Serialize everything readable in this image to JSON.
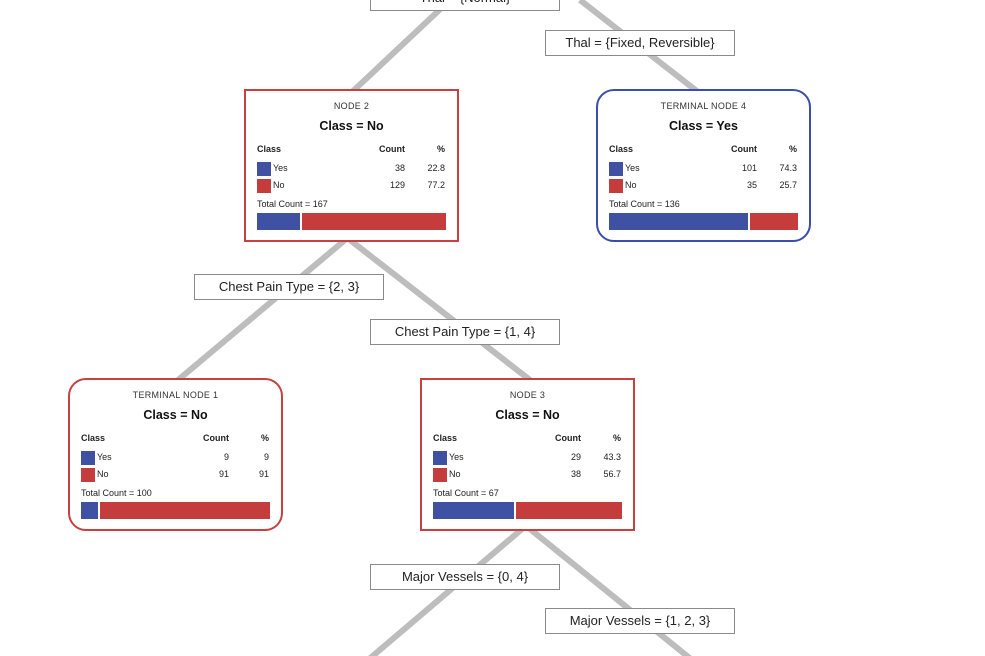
{
  "colors": {
    "yes": "#3f51a3",
    "no": "#c43c3c",
    "edge": "#bdbdbd"
  },
  "splits": {
    "thal_normal": "Thal = {Normal}",
    "thal_fixed": "Thal = {Fixed, Reversible}",
    "cp_23": "Chest Pain Type = {2, 3}",
    "cp_14": "Chest Pain Type = {1, 4}",
    "mv_04": "Major Vessels = {0, 4}",
    "mv_123": "Major Vessels = {1, 2, 3}"
  },
  "headers": {
    "class": "Class",
    "count": "Count",
    "pct": "%"
  },
  "nodes": {
    "node2": {
      "title": "NODE 2",
      "class": "Class = No",
      "rows": [
        {
          "label": "Yes",
          "count": "38",
          "pct": "22.8"
        },
        {
          "label": "No",
          "count": "129",
          "pct": "77.2"
        }
      ],
      "total": "Total Count = 167"
    },
    "tnode4": {
      "title": "TERMINAL NODE 4",
      "class": "Class = Yes",
      "rows": [
        {
          "label": "Yes",
          "count": "101",
          "pct": "74.3"
        },
        {
          "label": "No",
          "count": "35",
          "pct": "25.7"
        }
      ],
      "total": "Total Count = 136"
    },
    "tnode1": {
      "title": "TERMINAL NODE 1",
      "class": "Class = No",
      "rows": [
        {
          "label": "Yes",
          "count": "9",
          "pct": "9"
        },
        {
          "label": "No",
          "count": "91",
          "pct": "91"
        }
      ],
      "total": "Total Count = 100"
    },
    "node3": {
      "title": "NODE 3",
      "class": "Class = No",
      "rows": [
        {
          "label": "Yes",
          "count": "29",
          "pct": "43.3"
        },
        {
          "label": "No",
          "count": "38",
          "pct": "56.7"
        }
      ],
      "total": "Total Count = 67"
    }
  }
}
